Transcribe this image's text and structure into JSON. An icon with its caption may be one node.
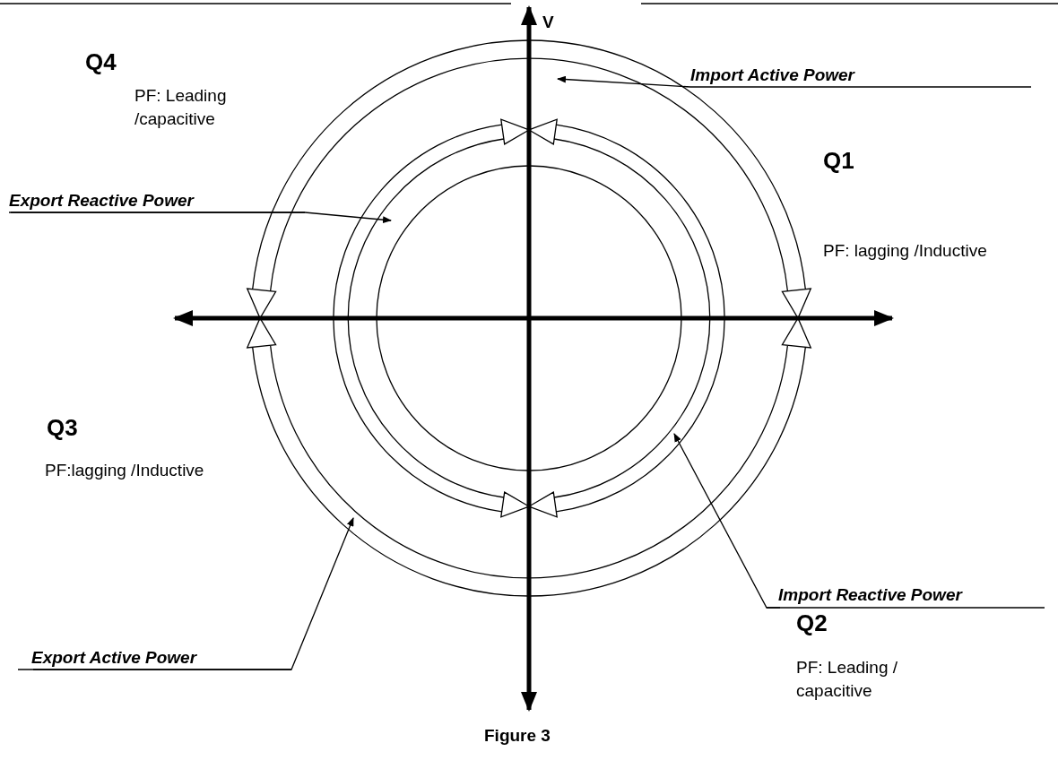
{
  "diagram": {
    "caption": "Figure 3",
    "nodes": [
      {
        "text": [
          "Import Active Power"
        ]
      },
      {
        "text": [
          "Export Reactive Power"
        ]
      },
      {
        "text": [
          "Import Reactive Power"
        ]
      },
      {
        "text": [
          "Export Active Power"
        ]
      }
    ],
    "edges": [
      {
        "from": 0,
        "to": null,
        "arrow": "to"
      },
      {
        "from": 1,
        "to": null,
        "arrow": "to"
      },
      {
        "from": 2,
        "to": null,
        "arrow": "to"
      },
      {
        "from": 3,
        "to": null,
        "arrow": "to"
      }
    ],
    "labels": [
      "V",
      "Q4",
      "PF: Leading /capacitive",
      "Q1",
      "PF: lagging /Inductive",
      "Q3",
      "PF:lagging /Inductive",
      "Q2",
      "PF: Leading / capacitive"
    ]
  }
}
